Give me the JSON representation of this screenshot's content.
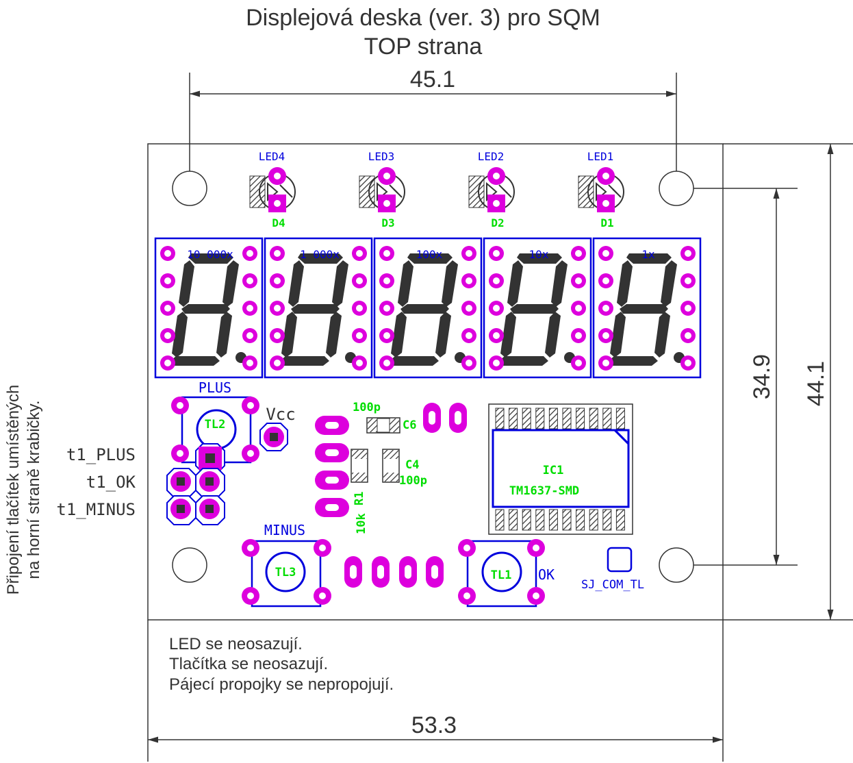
{
  "title": {
    "line1": "Displejová deska (ver. 3) pro SQM",
    "line2": "TOP strana"
  },
  "dimensions": {
    "hole_spacing_x": "45.1",
    "board_width": "53.3",
    "hole_spacing_y": "34.9",
    "board_height": "44.1"
  },
  "side_note": {
    "line1": "Připojení tlačítek umístěných",
    "line2": "na horní straně krabičky."
  },
  "connector_labels": [
    "t1_PLUS",
    "t1_OK",
    "t1_MINUS"
  ],
  "leds": [
    {
      "name": "LED4",
      "part": "D4"
    },
    {
      "name": "LED3",
      "part": "D3"
    },
    {
      "name": "LED2",
      "part": "D2"
    },
    {
      "name": "LED1",
      "part": "D1"
    }
  ],
  "digits": [
    "10 000x",
    "1 000x",
    "100x",
    "10x",
    "1x"
  ],
  "buttons": {
    "plus": {
      "name": "PLUS",
      "part": "TL2"
    },
    "minus": {
      "name": "MINUS",
      "part": "TL3"
    },
    "ok": {
      "name": "OK",
      "part": "TL1"
    }
  },
  "components": {
    "vcc": "Vcc",
    "c6_value": "100p",
    "c6_name": "C6",
    "c4_name": "C4",
    "c4_value": "100p",
    "r1_name": "R1",
    "r1_value": "10k",
    "ic1_name": "IC1",
    "ic1_part": "TM1637-SMD",
    "jumper": "SJ_COM_TL"
  },
  "notes": [
    "LED se neosazují.",
    "Tlačítka se neosazují.",
    "Pájecí propojky se nepropojují."
  ],
  "colors": {
    "silkscreen": "#0000dd",
    "pad": "#dd00dd",
    "value_text": "#00dd00",
    "outline": "#333333"
  }
}
